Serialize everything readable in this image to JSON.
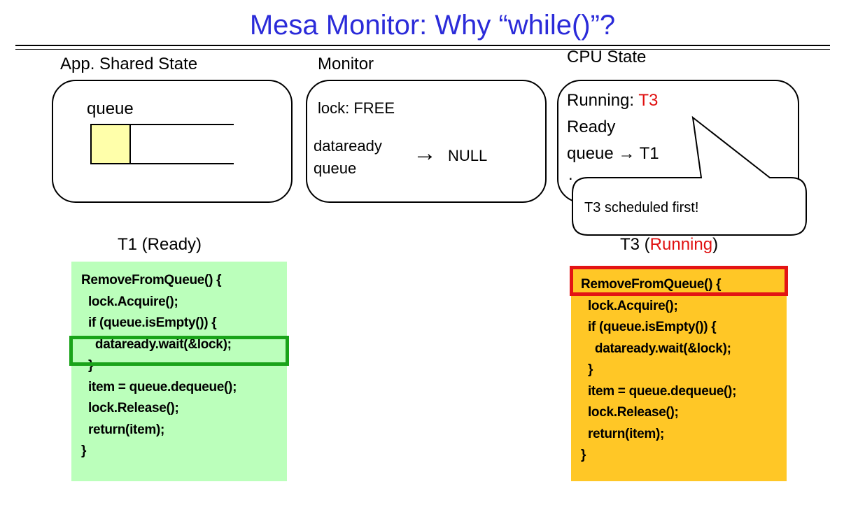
{
  "title": "Mesa Monitor: Why “while()”?",
  "headers": {
    "app_state": "App. Shared State",
    "monitor": "Monitor",
    "cpu_state": "CPU State"
  },
  "app_panel": {
    "queue_label": "queue"
  },
  "monitor_panel": {
    "lock": "lock: FREE",
    "dataready_line1": "dataready",
    "dataready_line2": "queue",
    "arrow": "→",
    "null": "NULL"
  },
  "cpu_panel": {
    "running_label": "Running: ",
    "running_value": "T3",
    "ready_label": "Ready",
    "queue_label": "queue → T1",
    "overflow_dot": "."
  },
  "callout": {
    "text": "T3 scheduled first!"
  },
  "t1": {
    "label": "T1 (Ready)",
    "code": [
      "RemoveFromQueue() {",
      "  lock.Acquire();",
      "  if (queue.isEmpty()) {",
      "    dataready.wait(&lock);",
      "  }",
      "  item = queue.dequeue();",
      "  lock.Release();",
      "  return(item);",
      "}"
    ]
  },
  "t3": {
    "label_prefix": "T3 (",
    "label_state": "Running",
    "label_suffix": ")",
    "code": [
      "RemoveFromQueue() {",
      "  lock.Acquire();",
      "  if (queue.isEmpty()) {",
      "    dataready.wait(&lock);",
      "  }",
      "  item = queue.dequeue();",
      "  lock.Release();",
      "  return(item);",
      "}"
    ]
  },
  "colors": {
    "title": "#2b2bd9",
    "t1_code_bg": "#bbffbb",
    "t3_code_bg": "#ffc726",
    "queue_cell": "#ffffaa",
    "highlight_green": "#19a319",
    "highlight_red": "#e31414",
    "running_text": "#e01010"
  }
}
